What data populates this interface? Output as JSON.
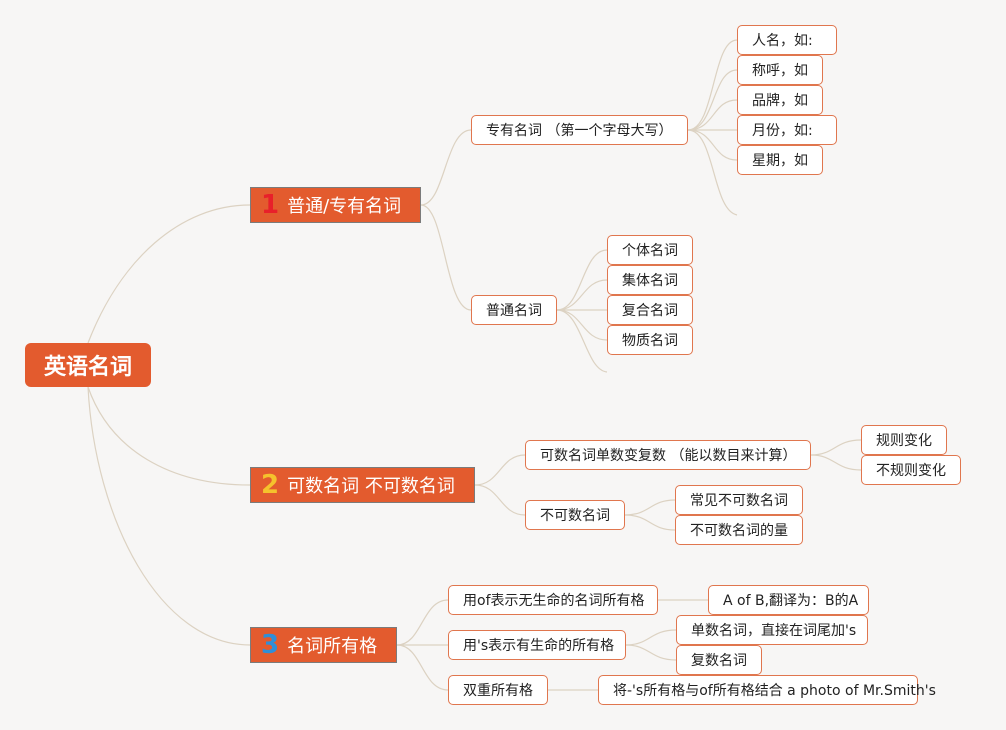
{
  "root": "英语名词",
  "colors": {
    "accent": "#e35b2e",
    "node_border": "#e0764e",
    "num1": "#e8202a",
    "num2": "#f5c22c",
    "num3": "#2f8fd8"
  },
  "branches": [
    {
      "num": "1",
      "label": "普通/专有名词"
    },
    {
      "num": "2",
      "label": "可数名词 不可数名词"
    },
    {
      "num": "3",
      "label": "名词所有格"
    }
  ],
  "b1": {
    "proper": {
      "label": "专有名词 （第一个字母大写）",
      "items": [
        "人名，如:",
        "称呼，如",
        "品牌，如",
        "月份，如:",
        "星期，如"
      ]
    },
    "common": {
      "label": "普通名词",
      "items": [
        "个体名词",
        "集体名词",
        "复合名词",
        "物质名词"
      ]
    }
  },
  "b2": {
    "countable": {
      "label": "可数名词单数变复数 （能以数目来计算）",
      "items": [
        "规则变化",
        "不规则变化"
      ]
    },
    "uncountable": {
      "label": "不可数名词",
      "items": [
        "常见不可数名词",
        "不可数名词的量"
      ]
    }
  },
  "b3": {
    "of": {
      "label": "用of表示无生命的名词所有格",
      "item": "A of B,翻译为：B的A"
    },
    "s": {
      "label": "用's表示有生命的所有格",
      "items": [
        "单数名词，直接在词尾加's",
        "复数名词"
      ]
    },
    "double": {
      "label": "双重所有格",
      "item": "将-'s所有格与of所有格结合 a photo of Mr.Smith's"
    }
  }
}
